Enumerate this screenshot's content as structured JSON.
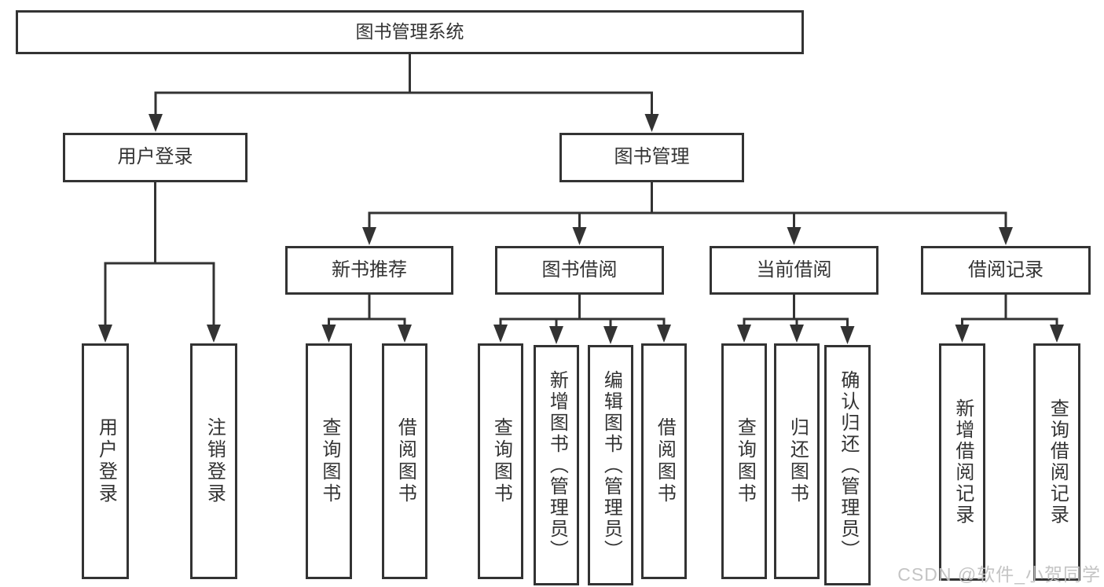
{
  "diagram": {
    "type": "hierarchy-tree",
    "orientation": "top-down",
    "colors": {
      "line": "#333333",
      "border": "#333333",
      "text": "#333333",
      "background": "#ffffff",
      "watermark": "#c1c1c1"
    },
    "tree": {
      "label": "图书管理系统",
      "children": [
        {
          "label": "用户登录",
          "children": [
            {
              "label": "用户登录"
            },
            {
              "label": "注销登录"
            }
          ]
        },
        {
          "label": "图书管理",
          "children": [
            {
              "label": "新书推荐",
              "children": [
                {
                  "label": "查询图书"
                },
                {
                  "label": "借阅图书"
                }
              ]
            },
            {
              "label": "图书借阅",
              "children": [
                {
                  "label": "查询图书"
                },
                {
                  "label": "新增图书（管理员）"
                },
                {
                  "label": "编辑图书（管理员）"
                },
                {
                  "label": "借阅图书"
                }
              ]
            },
            {
              "label": "当前借阅",
              "children": [
                {
                  "label": "查询图书"
                },
                {
                  "label": "归还图书"
                },
                {
                  "label": "确认归还（管理员）"
                }
              ]
            },
            {
              "label": "借阅记录",
              "children": [
                {
                  "label": "新增借阅记录"
                },
                {
                  "label": "查询借阅记录"
                }
              ]
            }
          ]
        }
      ]
    }
  },
  "watermark": {
    "text": "CSDN @软件_小贺同学"
  }
}
